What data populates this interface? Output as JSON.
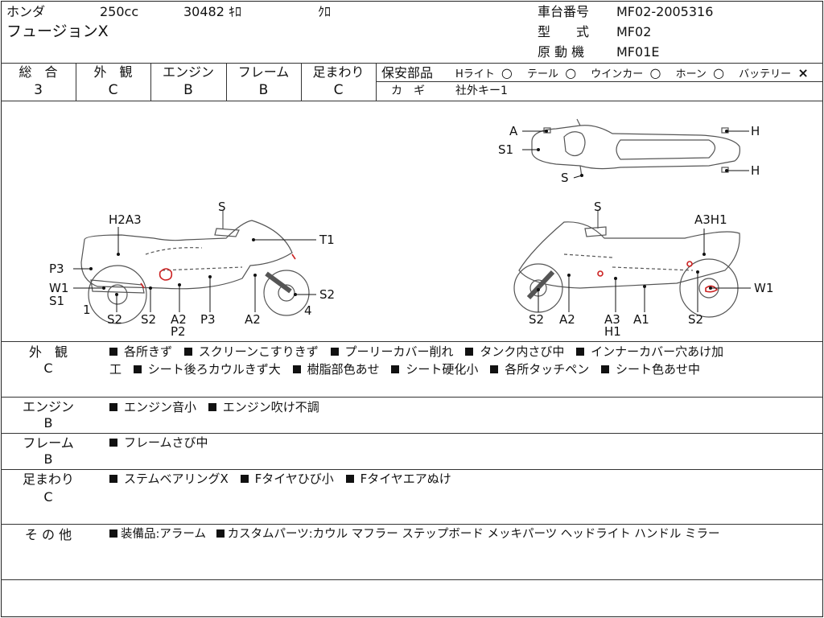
{
  "header": {
    "maker": "ホンダ",
    "displacement": "250cc",
    "mileage": "30482 ｷﾛ",
    "color": "ｸﾛ",
    "model_name": "フュージョンX",
    "frame_no_label": "車台番号",
    "frame_no": "MF02-2005316",
    "type_label": "型　　式",
    "type": "MF02",
    "engine_label": "原 動 機",
    "engine": "MF01E"
  },
  "grades": {
    "overall": {
      "label": "総　合",
      "value": "3"
    },
    "exterior": {
      "label": "外　観",
      "value": "C"
    },
    "engine": {
      "label": "エンジン",
      "value": "B"
    },
    "frame": {
      "label": "フレーム",
      "value": "B"
    },
    "suspension": {
      "label": "足まわり",
      "value": "C"
    }
  },
  "safety": {
    "label": "保安部品",
    "items": [
      {
        "name": "Hライト",
        "mark": "○"
      },
      {
        "name": "テール",
        "mark": "○"
      },
      {
        "name": "ウインカー",
        "mark": "○"
      },
      {
        "name": "ホーン",
        "mark": "○"
      },
      {
        "name": "バッテリー",
        "mark": "×"
      }
    ],
    "key_label": "カ　ギ",
    "key_value": "社外キー1"
  },
  "diagram": {
    "top_labels": [
      "A",
      "S1",
      "S",
      "H",
      "H"
    ],
    "left_labels": [
      "S",
      "H2A3",
      "T1",
      "P3",
      "W1",
      "S1",
      "1",
      "S2",
      "4",
      "S2",
      "S2",
      "A2",
      "P2",
      "P3",
      "A2"
    ],
    "right_labels": [
      "S",
      "A3H1",
      "W1",
      "S2",
      "A2",
      "A3",
      "H1",
      "A1",
      "S2"
    ]
  },
  "notes": [
    {
      "label": "外　観",
      "grade": "C",
      "lines": [
        [
          "各所きず",
          "スクリーンこすりきず",
          "プーリーカバー削れ",
          "タンク内さび中",
          "インナーカバー穴あけ加"
        ],
        [
          "工",
          "シート後ろカウルきず大",
          "樹脂部色あせ",
          "シート硬化小",
          "各所タッチペン",
          "シート色あせ中"
        ]
      ]
    },
    {
      "label": "エンジン",
      "grade": "B",
      "lines": [
        [
          "エンジン音小",
          "エンジン吹け不調"
        ]
      ]
    },
    {
      "label": "フレーム",
      "grade": "B",
      "lines": [
        [
          "フレームさび中"
        ]
      ]
    },
    {
      "label": "足まわり",
      "grade": "C",
      "lines": [
        [
          "ステムベアリングX",
          "Fタイヤひび小",
          "Fタイヤエアぬけ"
        ]
      ]
    },
    {
      "label": "そ の 他",
      "grade": "",
      "lines": [
        [
          "装備品:アラーム",
          "カスタムパーツ:カウル マフラー ステップボード メッキパーツ ヘッドライト ハンドル ミラー"
        ]
      ]
    }
  ]
}
